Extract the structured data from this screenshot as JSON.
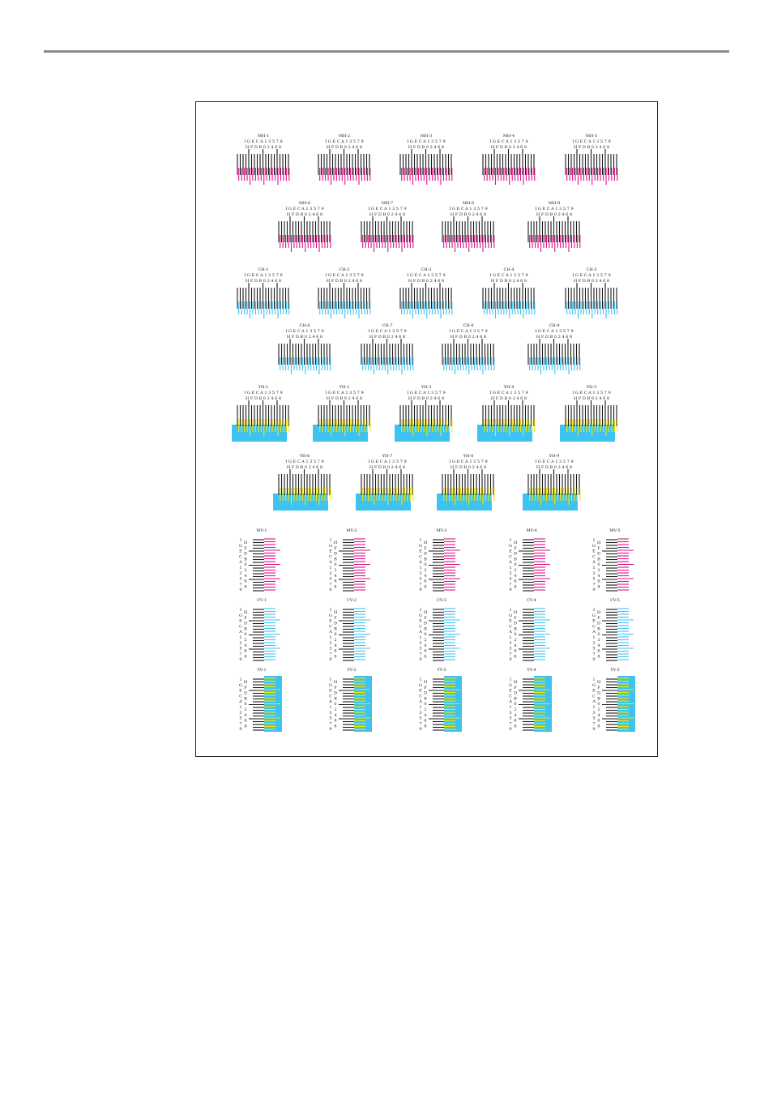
{
  "colors": {
    "black": "#1a1a1a",
    "magenta": "#e0118a",
    "cyan": "#3ec3f0",
    "yellow": "#f2e600",
    "rule": "#8a8a8a"
  },
  "scale_row_1": "I G E C A 1 3 5 7 9",
  "scale_row_2": "H F D B 0 2 4 6 8",
  "scale_col_1": [
    "I",
    "G",
    "E",
    "C",
    "A",
    "1",
    "3",
    "5",
    "7",
    "9"
  ],
  "scale_col_2": [
    "H",
    "F",
    "D",
    "B",
    "0",
    "2",
    "4",
    "6",
    "8"
  ],
  "horizontal_groups": [
    {
      "color": "magenta",
      "labels": [
        "MH-1",
        "MH-2",
        "MH-3",
        "MH-4",
        "MH-5",
        "MH-6",
        "MH-7",
        "MH-8",
        "MH-9"
      ]
    },
    {
      "color": "cyan",
      "labels": [
        "CH-1",
        "CH-2",
        "CH-3",
        "CH-4",
        "CH-5",
        "CH-6",
        "CH-7",
        "CH-8",
        "CH-9"
      ]
    },
    {
      "color": "yellow",
      "labels": [
        "YH-1",
        "YH-2",
        "YH-3",
        "YH-4",
        "YH-5",
        "YH-6",
        "YH-7",
        "YH-8",
        "YH-9"
      ]
    }
  ],
  "vertical_groups": [
    {
      "color": "magenta",
      "labels": [
        "MV-1",
        "MV-2",
        "MV-3",
        "MV-4",
        "MV-5"
      ]
    },
    {
      "color": "cyan",
      "labels": [
        "CV-1",
        "CV-2",
        "CV-3",
        "CV-4",
        "CV-5"
      ]
    },
    {
      "color": "yellow",
      "labels": [
        "YV-1",
        "YV-2",
        "YV-3",
        "YV-4",
        "YV-5"
      ]
    }
  ]
}
